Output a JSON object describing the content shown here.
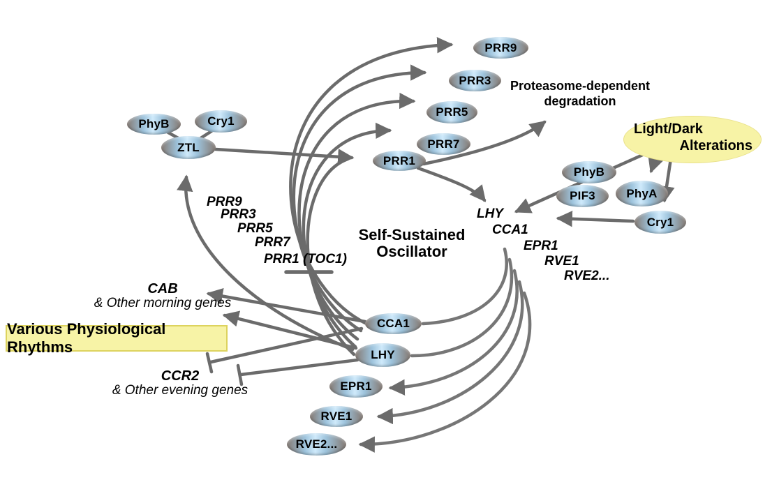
{
  "figure": {
    "description": "Plant circadian clock regulatory network diagram",
    "center_title_line1": "Self-Sustained",
    "center_title_line2": "Oscillator"
  },
  "nodes": {
    "phyb_topleft": "PhyB",
    "cry1_topleft": "Cry1",
    "ztl": "ZTL",
    "prr9": "PRR9",
    "prr3": "PRR3",
    "prr5": "PRR5",
    "prr7": "PRR7",
    "prr1": "PRR1",
    "phyb_right": "PhyB",
    "pif3": "PIF3",
    "phya": "PhyA",
    "cry1_right": "Cry1",
    "cca1": "CCA1",
    "lhy": "LHY",
    "epr1": "EPR1",
    "rve1": "RVE1",
    "rve2": "RVE2..."
  },
  "labels": {
    "proteasome_line1": "Proteasome-dependent",
    "proteasome_line2": "degradation",
    "light_dark_line1": "Light/Dark",
    "light_dark_line2": "Alterations",
    "rhythms_box": "Various Physiological Rhythms",
    "morning_gene": "CAB",
    "morning_sub": "& Other morning genes",
    "evening_gene": "CCR2",
    "evening_sub": "& Other evening genes",
    "left_gene_list": [
      "PRR9",
      "PRR3",
      "PRR5",
      "PRR7",
      "PRR1 (TOC1)"
    ],
    "right_gene_list": [
      "LHY",
      "CCA1",
      "EPR1",
      "RVE1",
      "RVE2..."
    ]
  },
  "colors": {
    "node_edge_gray": "#857a73",
    "node_center_blue": "#cfeafb",
    "highlight_yellow": "#f7f3a6",
    "box_border_yellow": "#ddd35e",
    "arrow_gray": "#6b6b6b",
    "text_black": "#000000",
    "background": "#ffffff"
  }
}
